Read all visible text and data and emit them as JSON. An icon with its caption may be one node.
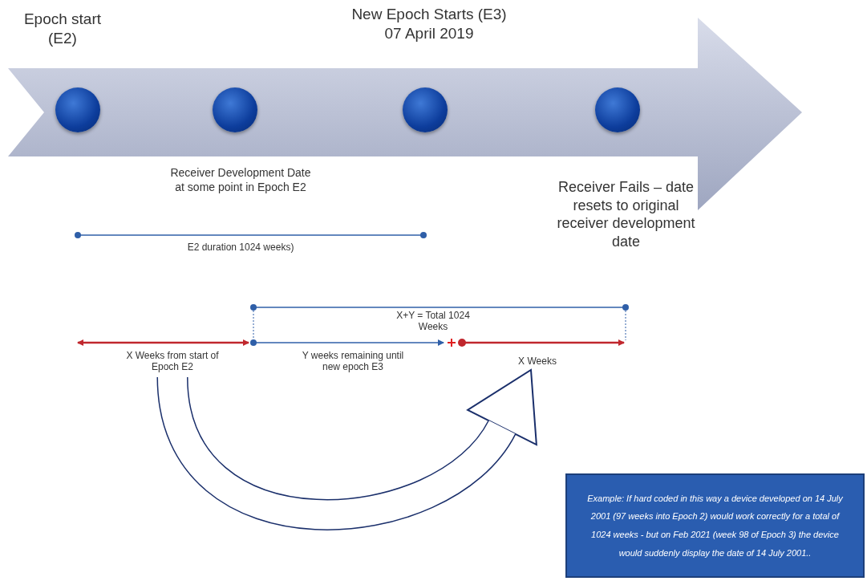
{
  "diagram": {
    "nodes": [
      {
        "text": [],
        "shape": "circle",
        "beside": [
          "Epoch start (E2)"
        ]
      },
      {
        "text": [],
        "shape": "circle",
        "beside": [
          "Receiver Development Date at some point in Epoch E2"
        ]
      },
      {
        "text": [],
        "shape": "circle",
        "beside": [
          "New Epoch Starts (E3) 07 April 2019"
        ]
      },
      {
        "text": [],
        "shape": "circle",
        "beside": [
          "Receiver Fails – date resets to original receiver development date"
        ]
      },
      {
        "text": [
          "X Weeks from start of Epoch E2"
        ]
      },
      {
        "text": [
          "X Weeks"
        ]
      },
      {
        "text": [
          "Example:  If hard coded in this way a device developed on 14 July 2001 (97 weeks into Epoch 2) would work correctly for a total  of 1024 weeks - but on Feb 2021 (week 98 of  Epoch 3) the device would suddenly display the date of 14 July 2001.."
        ]
      }
    ],
    "edges": [
      {
        "from": 4,
        "to": 5,
        "arrow": "to"
      }
    ],
    "labels": [
      "E2 duration 1024 weeks)",
      "X+Y = Total 1024 Weeks",
      "Y weeks remaining until new epoch E3"
    ]
  }
}
